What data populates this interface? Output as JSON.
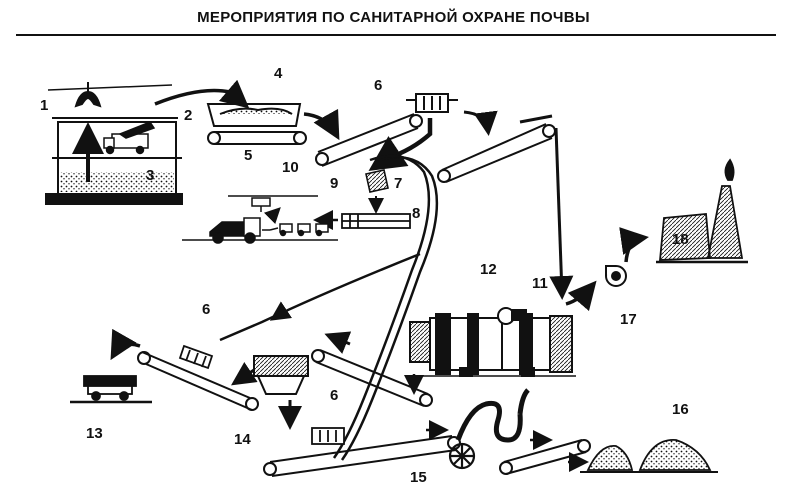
{
  "title": "МЕРОПРИЯТИЯ ПО САНИТАРНОЙ ОХРАНЕ ПОЧВЫ",
  "labels": {
    "n1": "1",
    "n2": "2",
    "n3": "3",
    "n4": "4",
    "n5": "5",
    "n6a": "6",
    "n6b": "6",
    "n6c": "6",
    "n7": "7",
    "n8": "8",
    "n9": "9",
    "n10": "10",
    "n11": "11",
    "n12": "12",
    "n13": "13",
    "n14": "14",
    "n15": "15",
    "n16": "16",
    "n17": "17",
    "n18": "18"
  }
}
